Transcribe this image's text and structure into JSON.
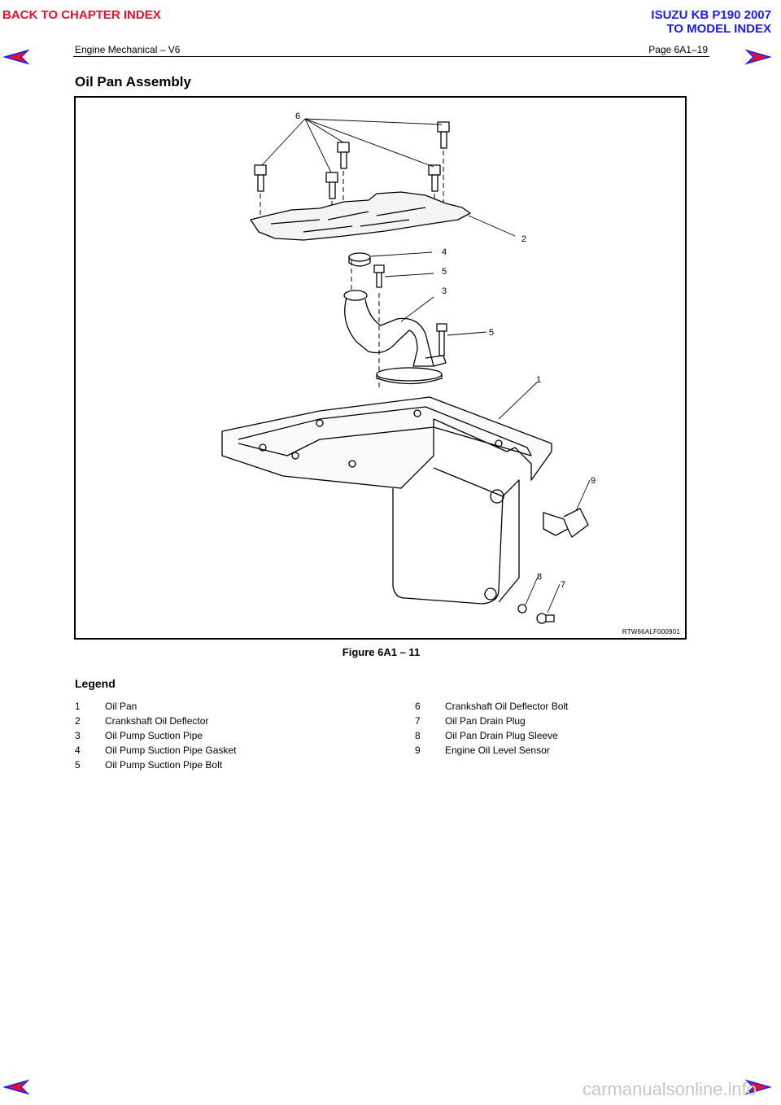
{
  "nav": {
    "back_chapter": "BACK TO CHAPTER INDEX",
    "model_line1": "ISUZU KB P190 2007",
    "model_line2": "TO MODEL INDEX",
    "arrow_color": "#e8112d"
  },
  "header": {
    "left": "Engine Mechanical – V6",
    "right": "Page 6A1–19"
  },
  "section_title": "Oil Pan Assembly",
  "figure": {
    "id": "RTW66ALF000901",
    "caption": "Figure 6A1 – 11",
    "callouts": [
      "1",
      "2",
      "3",
      "4",
      "5",
      "5",
      "6",
      "7",
      "8",
      "9"
    ]
  },
  "legend": {
    "heading": "Legend",
    "left": [
      {
        "num": "1",
        "label": "Oil Pan"
      },
      {
        "num": "2",
        "label": "Crankshaft Oil Deflector"
      },
      {
        "num": "3",
        "label": "Oil Pump Suction Pipe"
      },
      {
        "num": "4",
        "label": "Oil Pump Suction Pipe Gasket"
      },
      {
        "num": "5",
        "label": "Oil Pump Suction Pipe Bolt"
      }
    ],
    "right": [
      {
        "num": "6",
        "label": "Crankshaft Oil Deflector Bolt"
      },
      {
        "num": "7",
        "label": "Oil Pan Drain Plug"
      },
      {
        "num": "8",
        "label": "Oil Pan Drain Plug Sleeve"
      },
      {
        "num": "9",
        "label": "Engine Oil Level Sensor"
      }
    ]
  },
  "watermark": "carmanualsonline.info"
}
